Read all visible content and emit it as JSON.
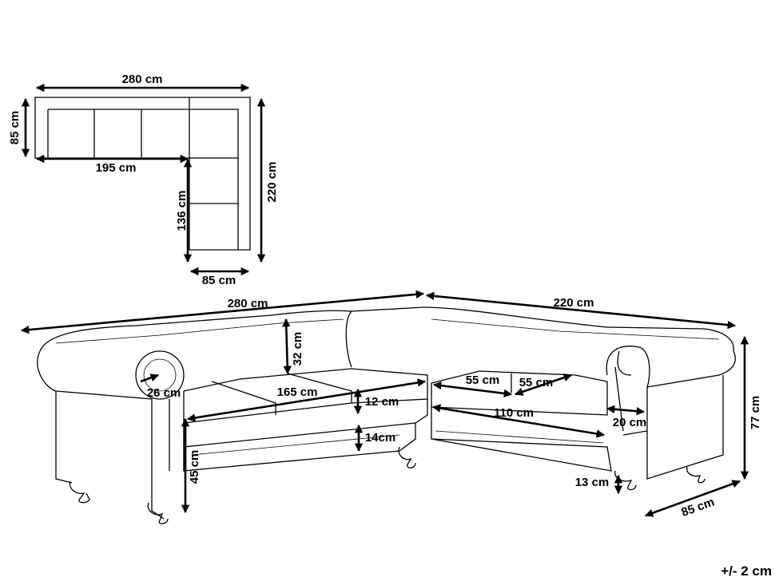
{
  "top_view": {
    "width_total": "280 cm",
    "depth_left": "85 cm",
    "inner_length": "195 cm",
    "depth_total": "220 cm",
    "inner_side": "136 cm",
    "depth_right": "85 cm"
  },
  "sofa": {
    "width_left": "280 cm",
    "width_right": "220 cm",
    "back_height": "32 cm",
    "arm_width": "26 cm",
    "seat_length": "165 cm",
    "seat_cushion": "12 cm",
    "base_height": "14cm",
    "seat_height": "45 cm",
    "corner_seat_a": "55 cm",
    "corner_seat_b": "55 cm",
    "right_seat_length": "110 cm",
    "right_arm": "20 cm",
    "total_height": "77 cm",
    "leg_height": "13 cm",
    "depth": "85 cm"
  },
  "tolerance": "+/- 2 cm"
}
